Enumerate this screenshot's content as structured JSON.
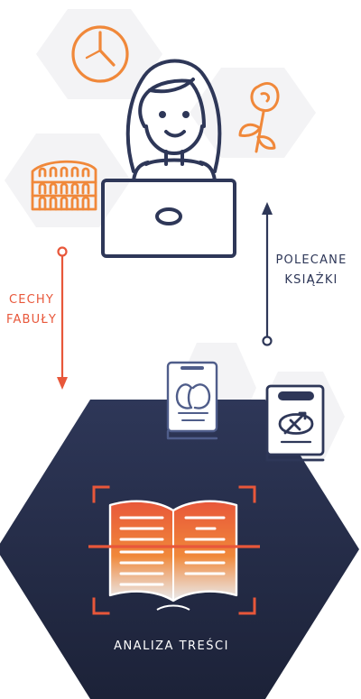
{
  "labels": {
    "plot_features": [
      "CECHY",
      "FABUŁY"
    ],
    "recommended_books": [
      "POLECANE",
      "KSIĄŻKI"
    ],
    "content_analysis": "ANALIZA TREŚCI"
  },
  "icons": [
    "clock-icon",
    "rose-icon",
    "colosseum-icon",
    "reader-with-laptop-icon",
    "book-romance-icon",
    "book-sagittarius-icon",
    "open-book-scan-icon"
  ],
  "colors": {
    "navy": "#2e3758",
    "navy_dark": "#1f2640",
    "orange": "#e8573a",
    "orange_light": "#f0883a",
    "hex_light": "#f3f3f5"
  }
}
